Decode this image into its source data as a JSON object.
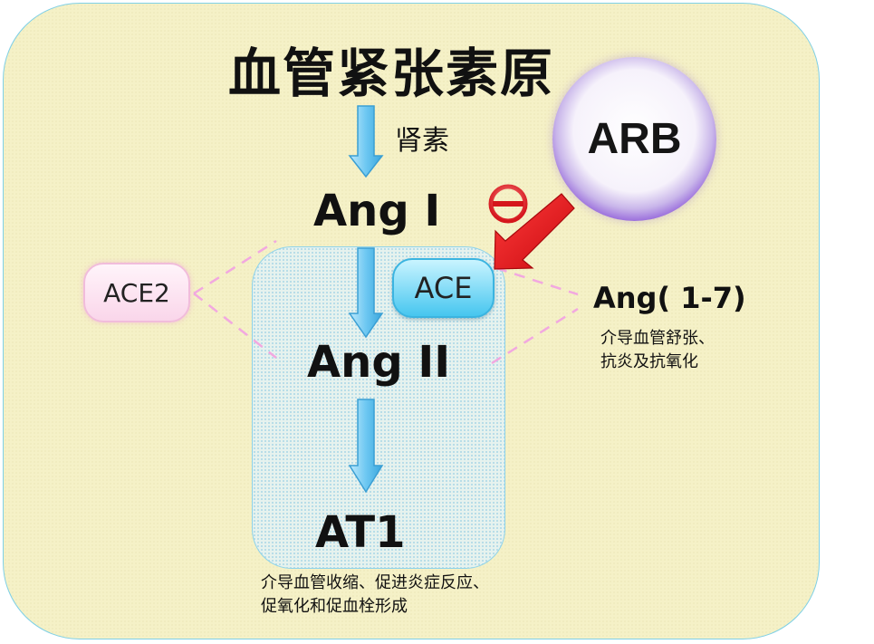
{
  "diagram": {
    "title": "血管紧张素原",
    "renin_label": "肾素",
    "nodes": {
      "ang1": "Ang I",
      "ang2": "Ang II",
      "at1": "AT1",
      "ang17": "Ang( 1-7)"
    },
    "enzymes": {
      "ace": "ACE",
      "ace2": "ACE2",
      "arb": "ARB"
    },
    "descriptions": {
      "ang17_line1": "介导血管舒张、",
      "ang17_line2": "抗炎及抗氧化",
      "at1_line1": "介导血管收缩、促进炎症反应、",
      "at1_line2": "促氧化和促血栓形成"
    },
    "colors": {
      "outer_panel": "#f5f1c7",
      "inner_panel": "#e6f2ee",
      "flow_arrow": "#6ec8f2",
      "inhibition_arrow": "#e8141b",
      "dashed_connector": "#f2a8e0",
      "arb_ring": "#9b6fdc",
      "ace_fill": "#46c6ef",
      "ace2_fill": "#fad6ea"
    },
    "icons": {
      "inhibition": "minus-circle-icon"
    }
  }
}
